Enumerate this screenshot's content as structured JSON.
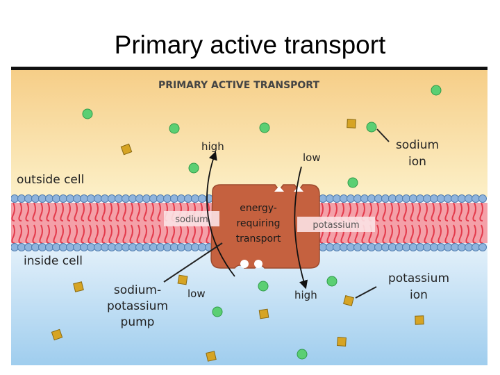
{
  "slide": {
    "title": "Primary active transport"
  },
  "diagram": {
    "heading": "PRIMARY ACTIVE TRANSPORT",
    "outside_label": "outside cell",
    "inside_label": "inside cell",
    "pump_text": [
      "energy-",
      "requiring",
      "transport"
    ],
    "sodium_tag": "sodium",
    "potassium_tag": "potassium",
    "arrow_high_top": "high",
    "arrow_low_top": "low",
    "arrow_low_bottom": "low",
    "arrow_high_bottom": "high",
    "sodium_ion_label": [
      "sodium",
      "ion"
    ],
    "potassium_ion_label": [
      "potassium",
      "ion"
    ],
    "pump_label": [
      "sodium-",
      "potassium",
      "pump"
    ],
    "colors": {
      "outside_top": "#f6cd86",
      "outside_bottom": "#fcf0c8",
      "inside_top": "#ffffff",
      "inside_bottom": "#9fcdee",
      "lipid_head": "#8fb4dd",
      "lipid_tail": "#e33b4c",
      "pump": "#c5613f",
      "sodium_ion": "#5bcf73",
      "potassium_ion": "#d6a424"
    }
  }
}
